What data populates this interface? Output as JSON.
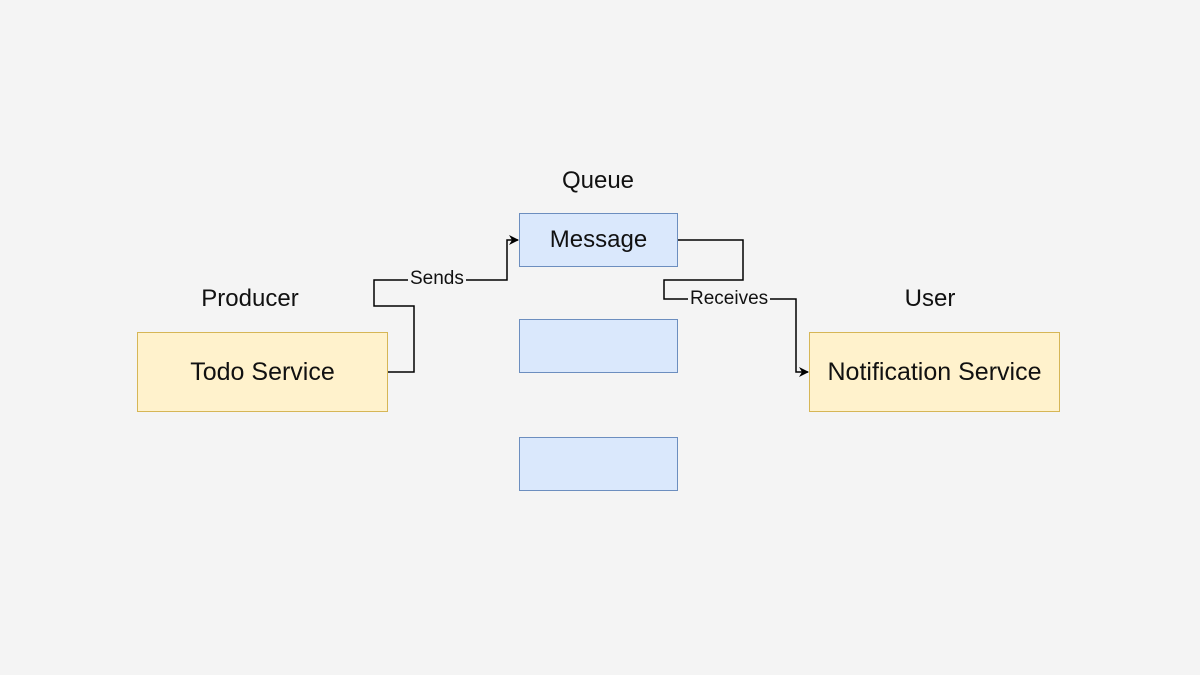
{
  "labels": {
    "producer": "Producer",
    "queue": "Queue",
    "user": "User"
  },
  "nodes": {
    "todo_service": "Todo Service",
    "message": "Message",
    "slot_2": "",
    "slot_3": "",
    "notification_service": "Notification Service"
  },
  "edges": {
    "sends": "Sends",
    "receives": "Receives"
  },
  "colors": {
    "background": "#f4f4f4",
    "service_fill": "#fff2cc",
    "service_border": "#d6b656",
    "message_fill": "#dae8fc",
    "message_border": "#6c8ebf",
    "connector": "#000000"
  }
}
